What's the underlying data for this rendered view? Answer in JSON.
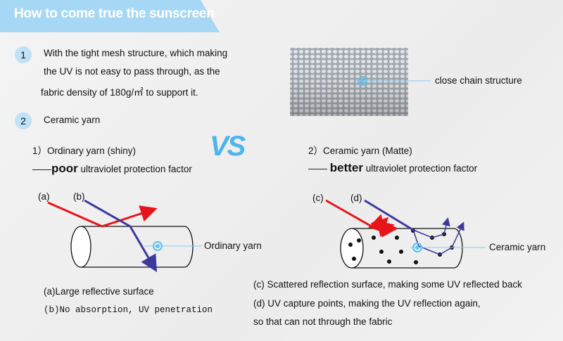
{
  "header": {
    "title": "How to come true the sunscreen"
  },
  "points": [
    {
      "number": "1",
      "lines": [
        "With the tight mesh structure, which making",
        "the UV is not easy to pass through, as the",
        "fabric density of 180g/㎡ to support it."
      ]
    },
    {
      "number": "2",
      "text": "Ceramic yarn"
    }
  ],
  "mesh": {
    "label": "close chain structure"
  },
  "vs": "VS",
  "left": {
    "title": "1）Ordinary yarn (shiny)",
    "dash": "——",
    "strength": "poor",
    "factor": " ultraviolet protection factor",
    "ray_a": "(a)",
    "ray_b": "(b)",
    "yarn_label": "Ordinary yarn",
    "notes": [
      "(a)Large reflective surface",
      "(b)No absorption, UV penetration"
    ]
  },
  "right": {
    "title": "2）Ceramic yarn (Matte)",
    "dash": "—— ",
    "strength": "better",
    "factor": " ultraviolet protection factor",
    "ray_c": "(c)",
    "ray_d": "(d)",
    "yarn_label": "Ceramic yarn",
    "notes": [
      "(c)  Scattered reflection surface, making some UV reflected back",
      "(d) UV capture points, making the UV reflection again,",
      "so that can not through the fabric"
    ]
  },
  "colors": {
    "banner": "#a6d8f5",
    "accent": "#4fb4ea",
    "red": "#e8141a",
    "blue": "#3b3a9c"
  }
}
